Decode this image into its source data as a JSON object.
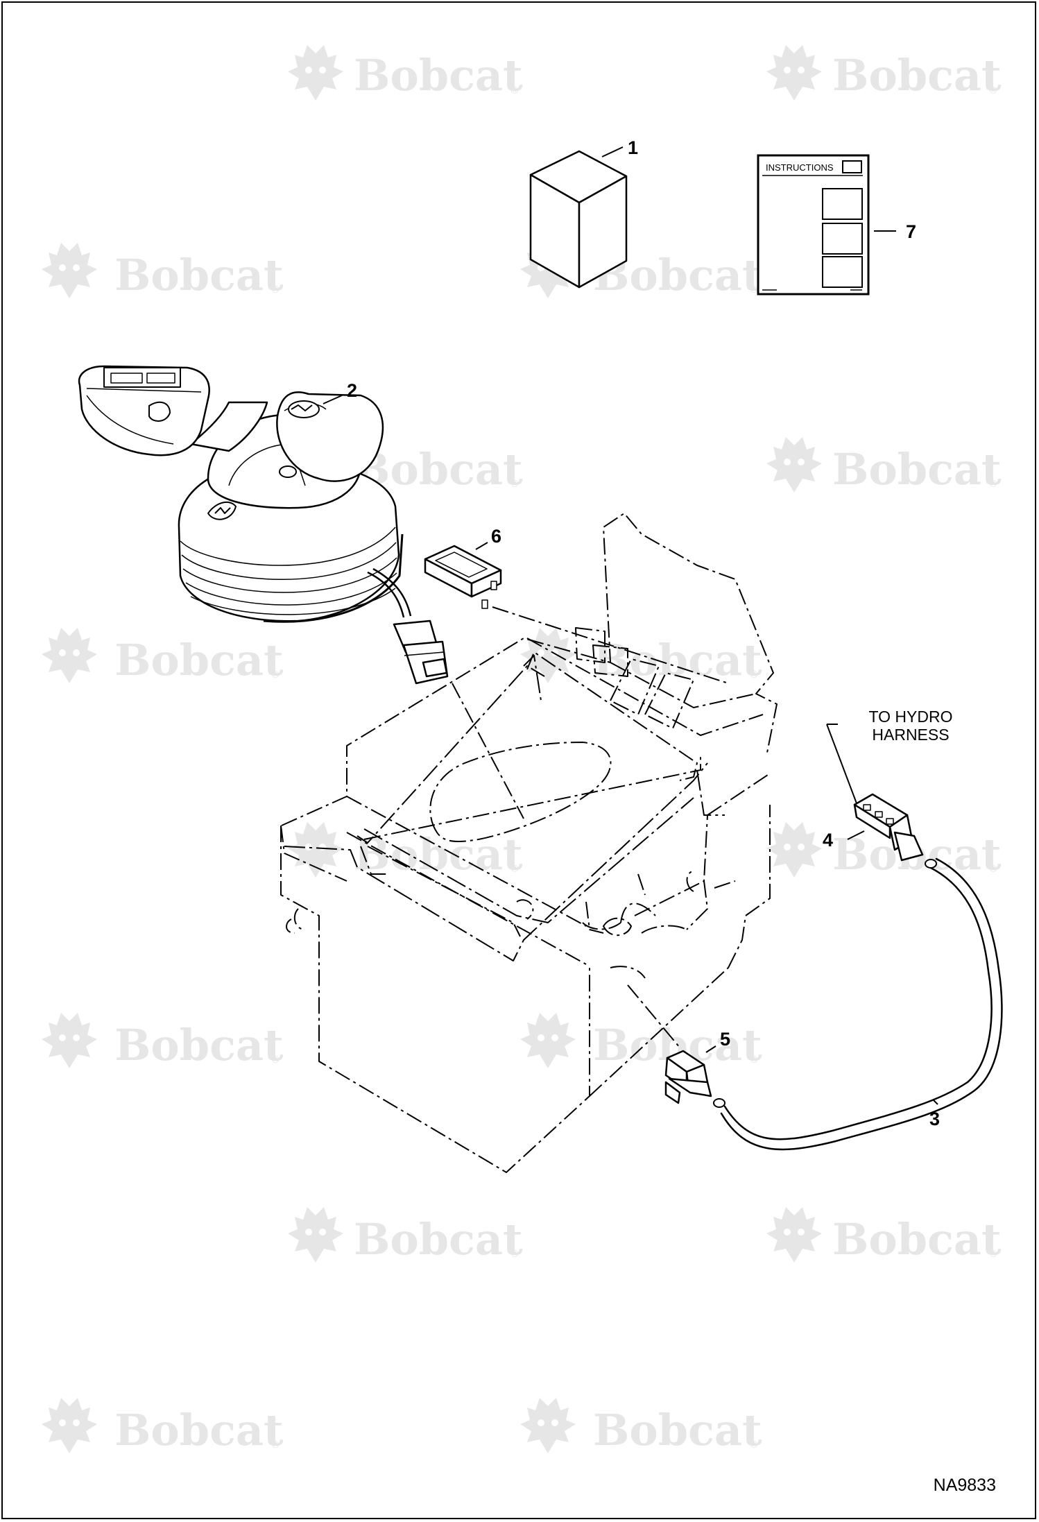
{
  "diagram": {
    "callouts": [
      "1",
      "2",
      "3",
      "4",
      "5",
      "6",
      "7"
    ],
    "connector_note": [
      "TO HYDRO",
      "HARNESS"
    ],
    "instructions_label": "INSTRUCTIONS",
    "drawing_number": "NA9833"
  },
  "watermark": {
    "brand_text": "Bobcat",
    "mark": "®",
    "icon": "bobcat-head-logo-icon"
  },
  "colors": {
    "line": "#000000",
    "watermark": "#e6e6e6",
    "background": "#ffffff"
  }
}
